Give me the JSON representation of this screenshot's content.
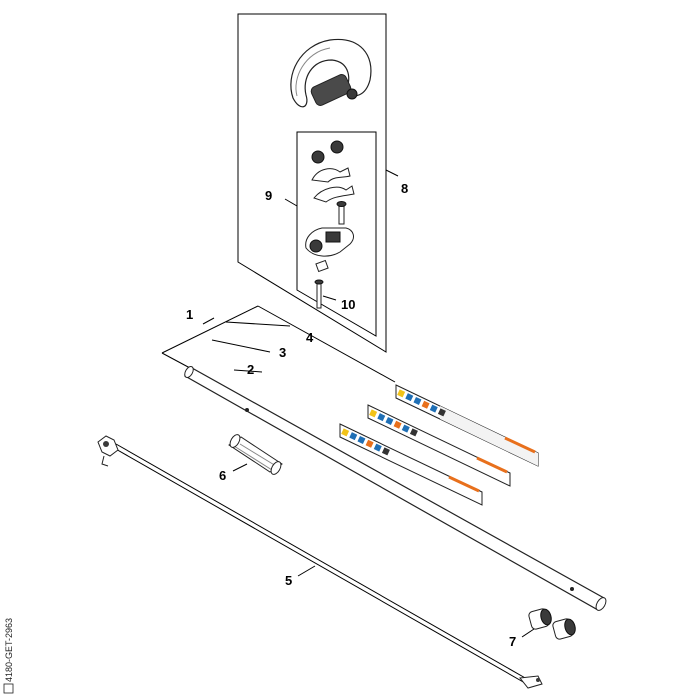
{
  "diagram": {
    "callouts": [
      "1",
      "2",
      "3",
      "4",
      "5",
      "6",
      "7",
      "8",
      "9",
      "10"
    ],
    "side_code": "4180-GET-2963"
  },
  "colors": {
    "line": "#000000",
    "part_fill": "#ffffff",
    "dark_part": "#3a3a3a",
    "label_orange": "#e8701c",
    "label_blue": "#1f6fb5",
    "label_yellow": "#f2c318"
  }
}
